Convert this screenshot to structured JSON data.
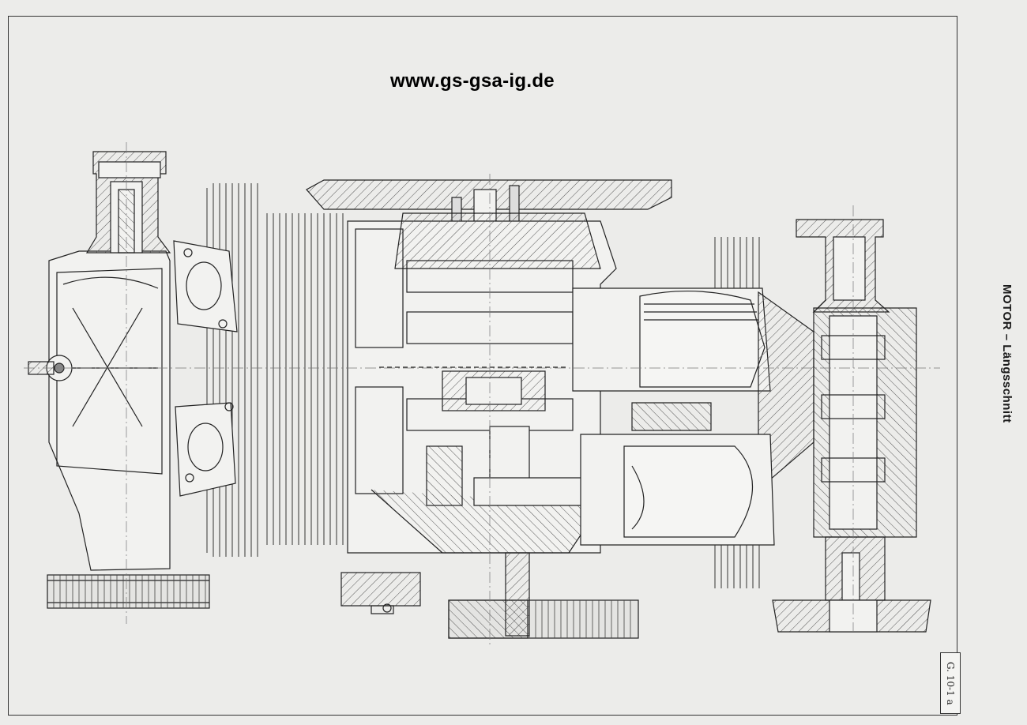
{
  "header": {
    "url": "www.gs-gsa-ig.de"
  },
  "side": {
    "title": "MOTOR – Längsschnitt"
  },
  "footer": {
    "page_ref": "G. 10-1 a"
  }
}
